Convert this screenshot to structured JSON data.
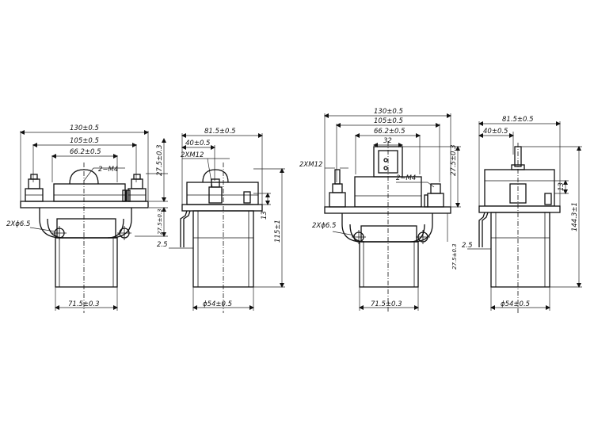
{
  "drawing": {
    "view1": {
      "width_total": "130±0.5",
      "width_mid": "105±0.5",
      "width_inner": "66.2±0.5",
      "terminal": "2−M4",
      "height_top": "27.5±0.3",
      "height_flange": "27.5±0.3",
      "hole": "2Xϕ6.5",
      "base_width": "71.5±0.3"
    },
    "view2": {
      "width_total": "81.5±0.5",
      "width_inner": "40±0.5",
      "stud": "2XM12",
      "height_13": "13",
      "height_total": "115±1",
      "offset": "2.5",
      "diameter": "ϕ54±0.5"
    },
    "view3": {
      "width_total": "130±0.5",
      "width_mid": "105±0.5",
      "width_inner": "66.2±0.5",
      "width_32": "32",
      "stud": "2XM12",
      "terminal": "2−M4",
      "height_top": "27.5±0.3",
      "hole": "2Xϕ6.5",
      "height_side": "27.5±0.3",
      "base_width": "71.5±0.3"
    },
    "view4": {
      "width_total": "81.5±0.5",
      "width_inner": "40±0.5",
      "height_13": "13",
      "height_total": "144.3±1",
      "offset": "2.5",
      "diameter": "ϕ54±0.5"
    }
  }
}
